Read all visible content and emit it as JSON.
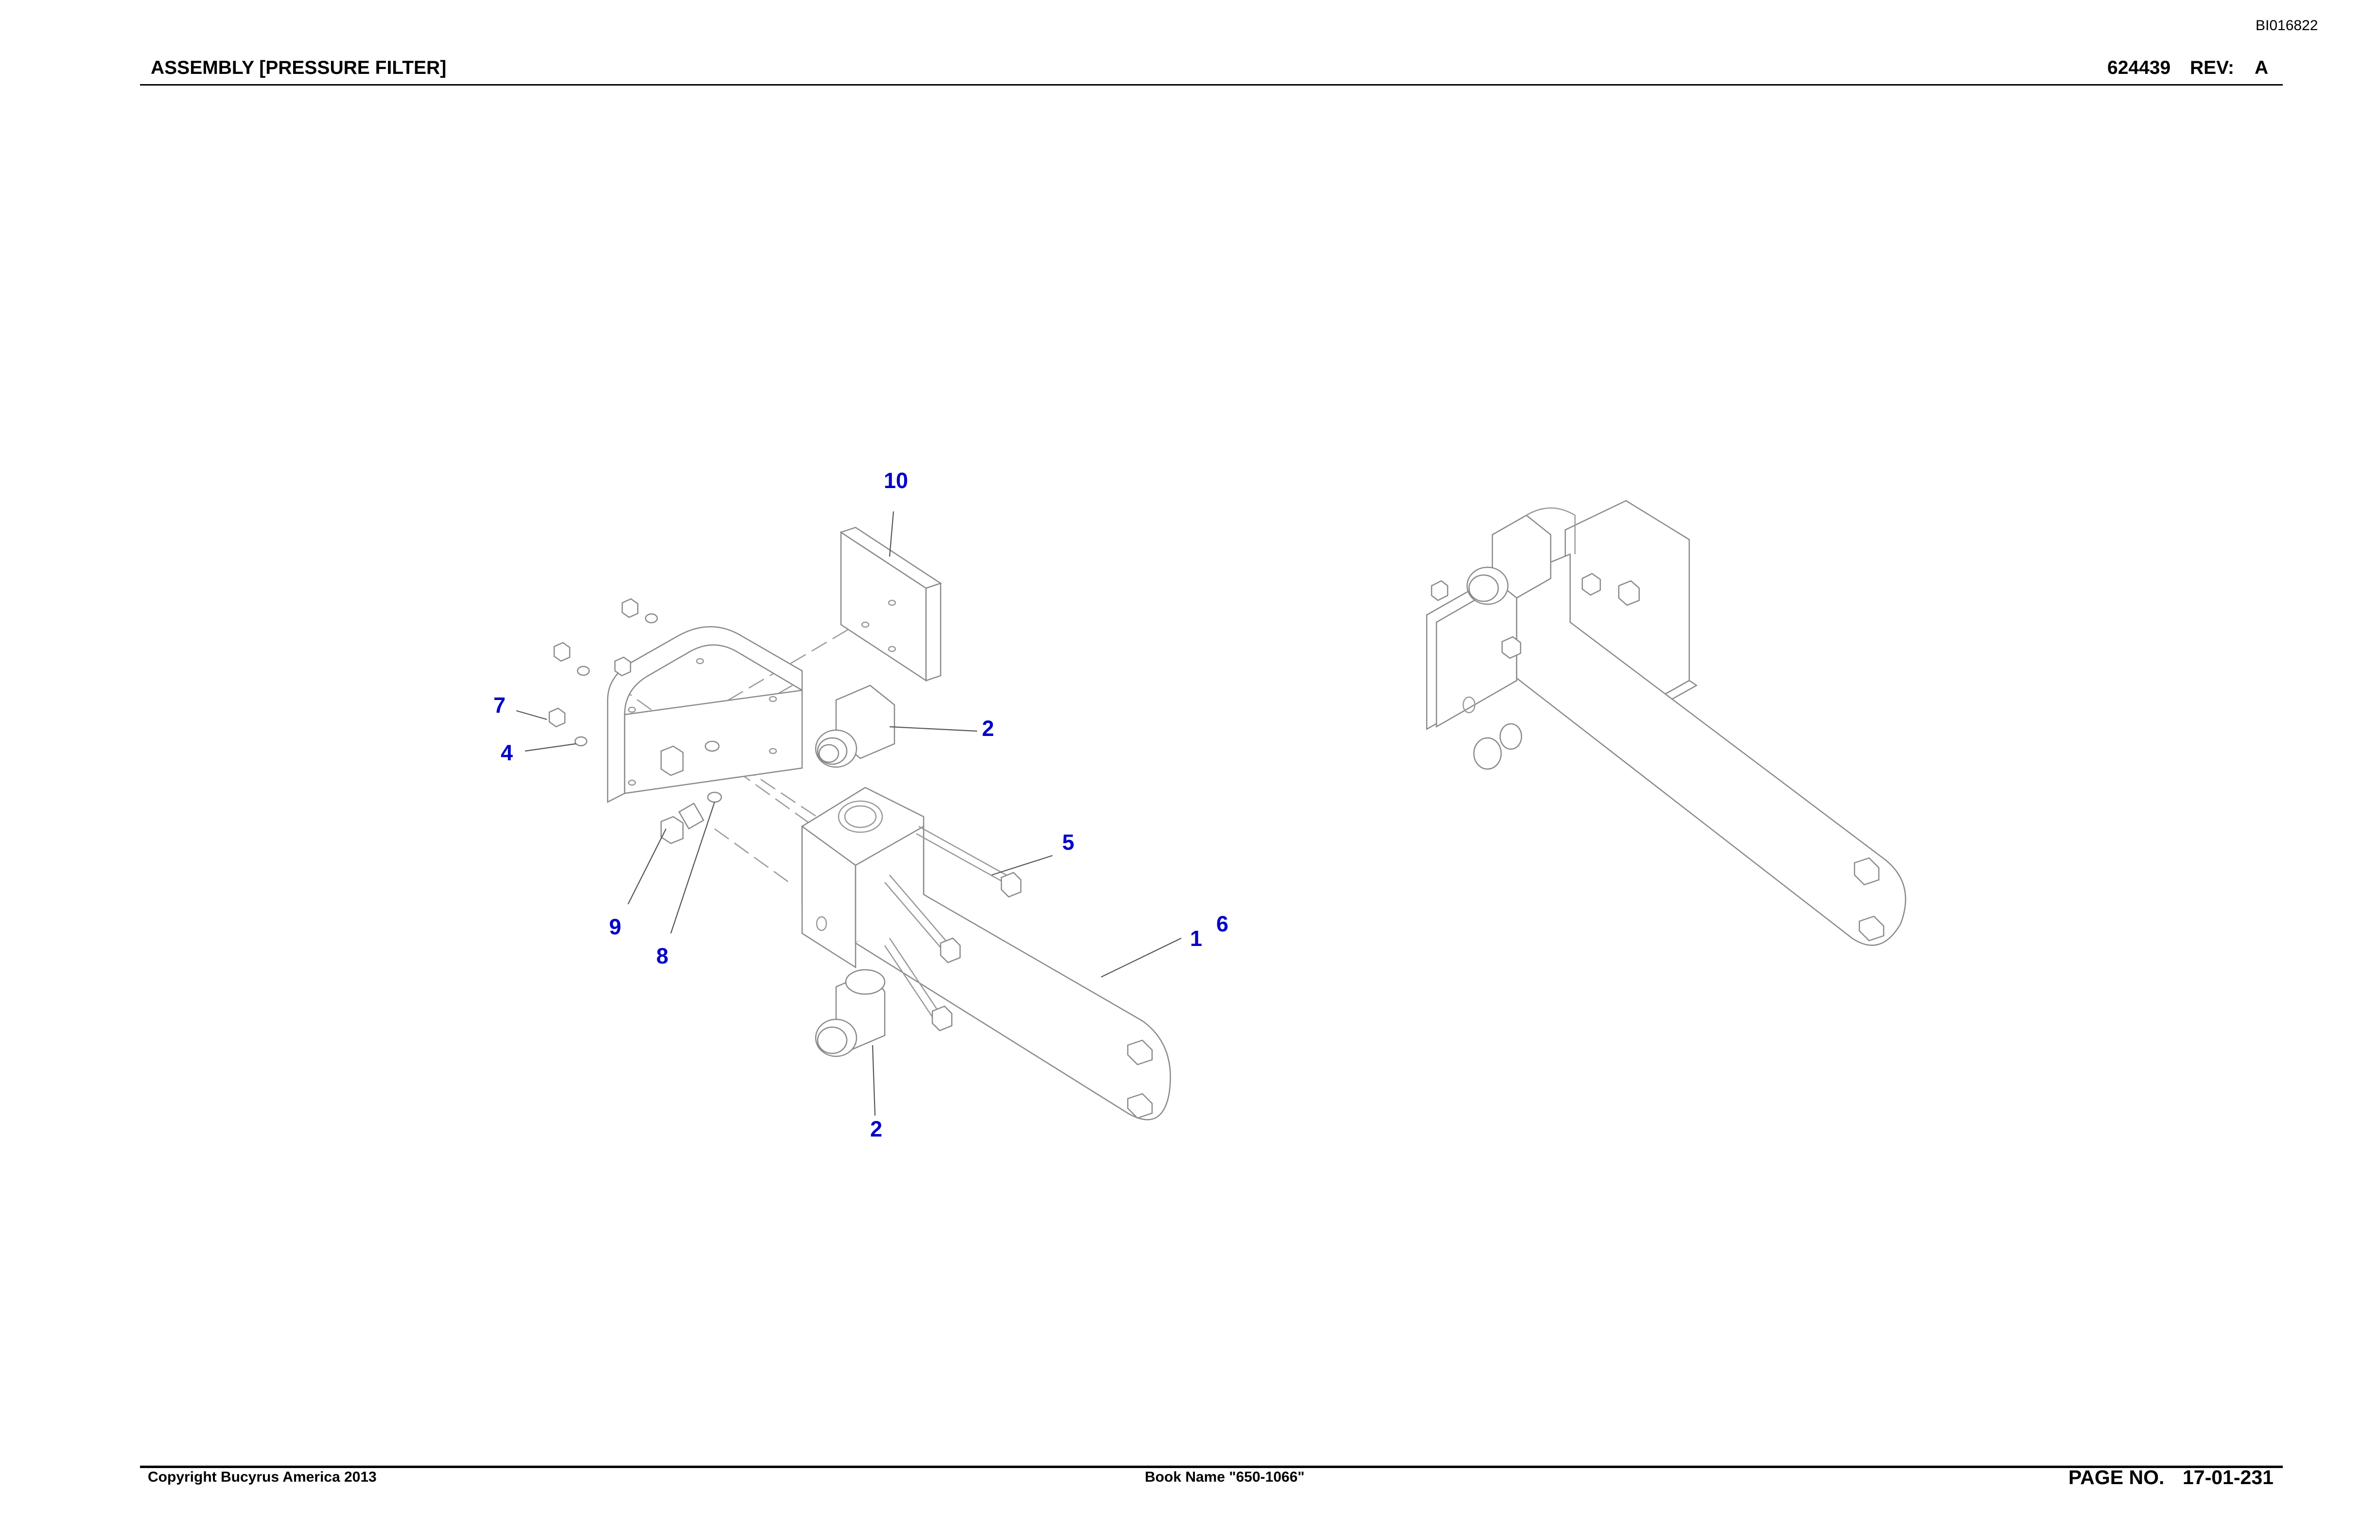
{
  "document": {
    "doc_id": "BI016822",
    "title": "ASSEMBLY [PRESSURE FILTER]",
    "part_number": "624439",
    "rev_label": "REV:",
    "rev_value": "A"
  },
  "footer": {
    "copyright": "Copyright Bucyrus America 2013",
    "book_name": "Book Name \"650-1066\"",
    "page_label": "PAGE NO.",
    "page_value": "17-01-231"
  },
  "callouts": {
    "c10": "10",
    "c2a": "2",
    "c7": "7",
    "c4": "4",
    "c5": "5",
    "c1": "1",
    "c6": "6",
    "c9": "9",
    "c8": "8",
    "c2b": "2"
  },
  "colors": {
    "callout": "#0000c8",
    "line_art": "#9a9a9a"
  }
}
